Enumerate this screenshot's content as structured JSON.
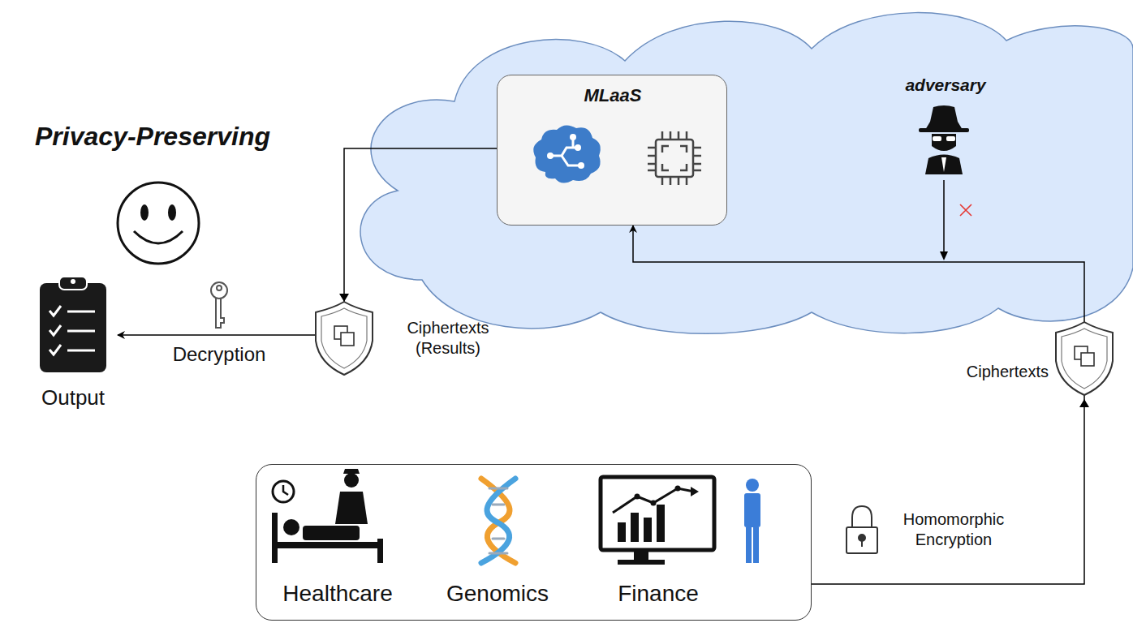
{
  "diagram": {
    "nodes": [
      {
        "text": [
          "MLaaS"
        ]
      },
      {
        "text": [
          "Output"
        ]
      },
      {
        "text": [
          "Healthcare",
          "Genomics",
          "Finance"
        ]
      }
    ],
    "edges": [
      {
        "from": 2,
        "to": 0,
        "arrow": "to"
      },
      {
        "from": 0,
        "to": 1,
        "arrow": "to"
      }
    ],
    "labels": [
      "Privacy-Preserving",
      "adversary",
      "Ciphertexts (Results)",
      "Decryption",
      "Ciphertexts",
      "Homomorphic Encryption"
    ]
  }
}
